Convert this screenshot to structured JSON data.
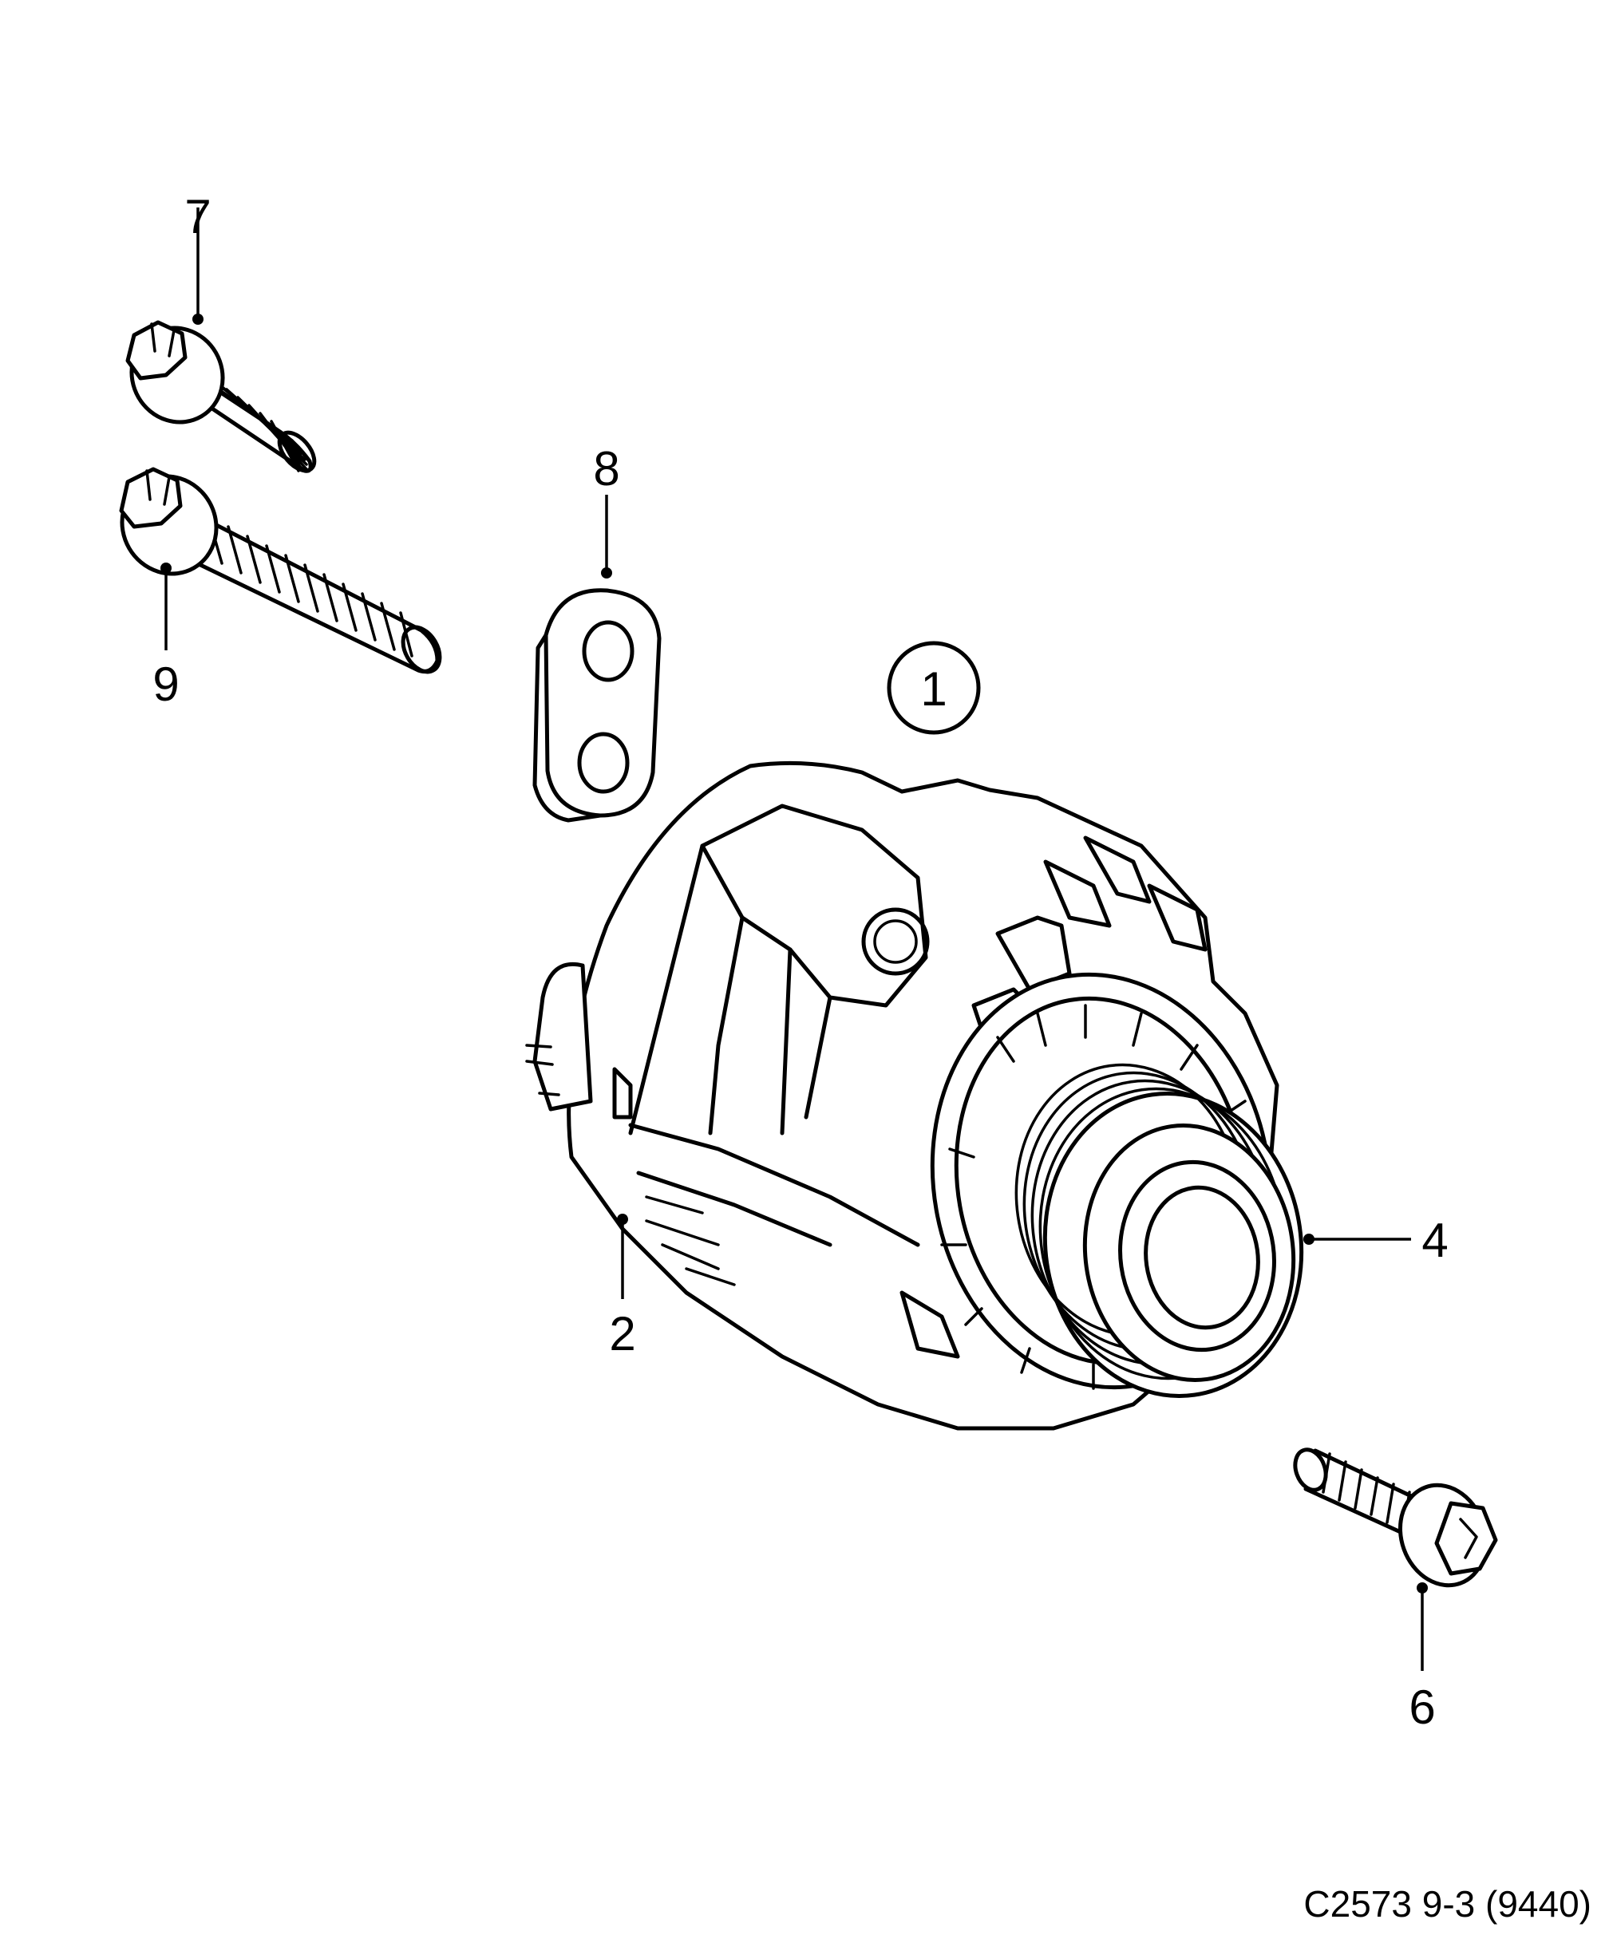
{
  "callouts": {
    "c1": "1",
    "c2": "2",
    "c4": "4",
    "c6": "6",
    "c7": "7",
    "c8": "8",
    "c9": "9"
  },
  "footer": {
    "code": "C2573 9-3 (9440)"
  }
}
